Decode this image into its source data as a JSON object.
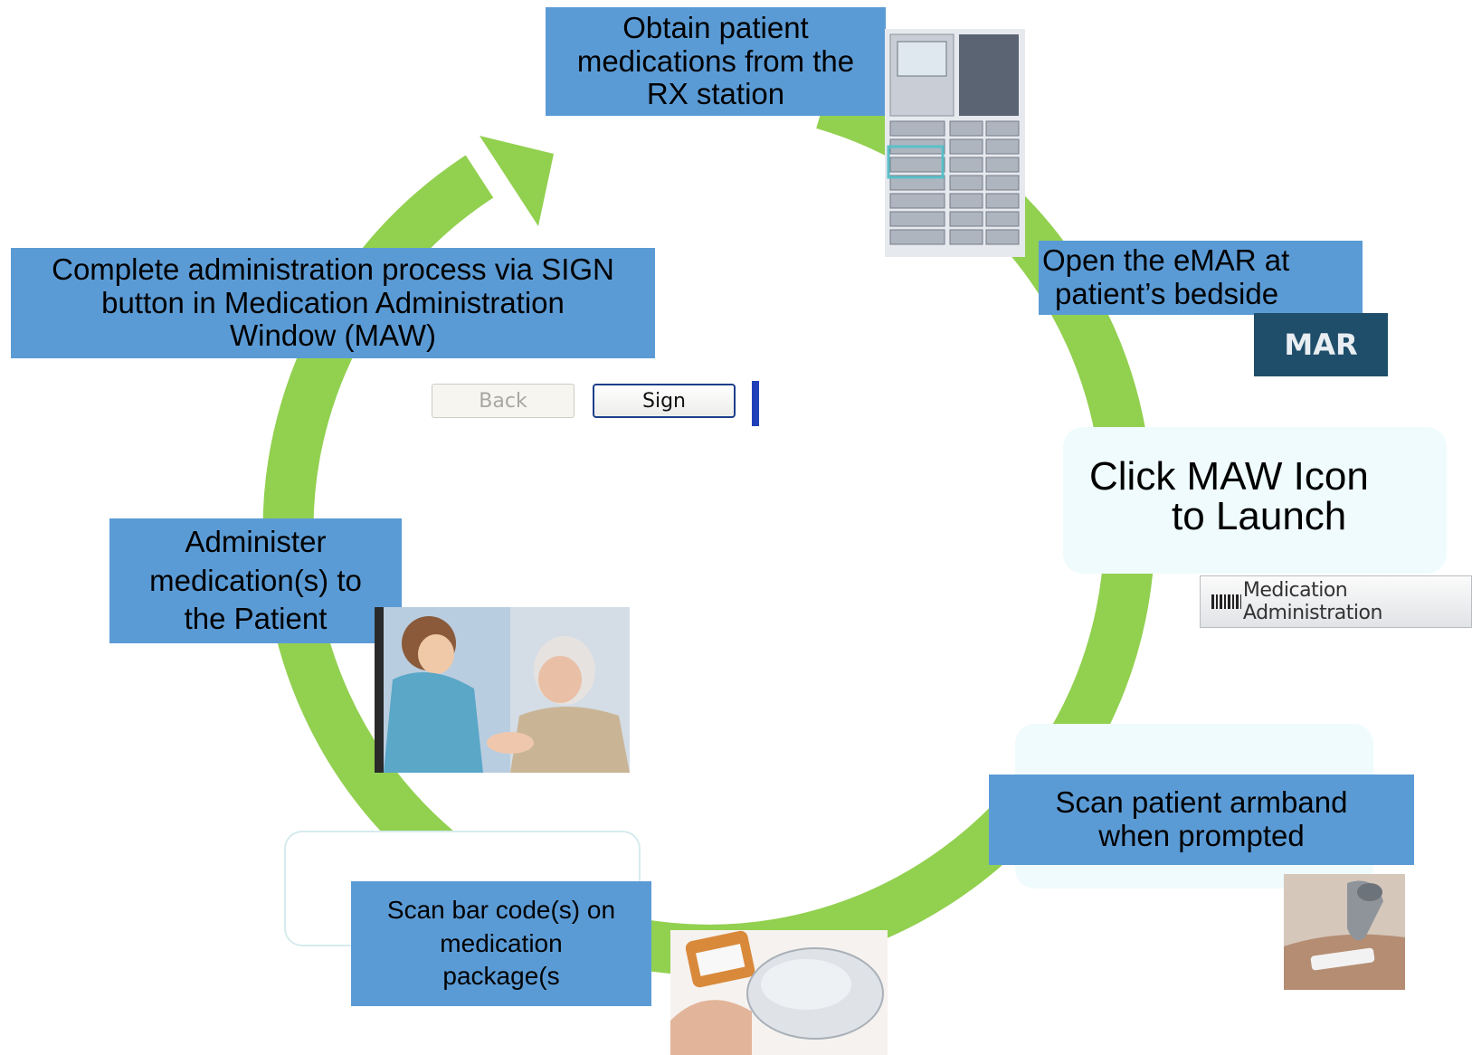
{
  "steps": {
    "obtain": [
      "Obtain patient",
      "medications from the",
      "RX station"
    ],
    "open_emar": [
      "Open the eMAR at",
      "patient’s bedside"
    ],
    "click_maw": [
      "Click MAW Icon",
      "to Launch"
    ],
    "scan_armband": [
      "Scan patient armband",
      "when prompted"
    ],
    "scan_barcode": [
      "Scan bar code(s) on",
      "medication",
      "package(s"
    ],
    "administer": [
      "Administer",
      "medication(s) to",
      "the Patient"
    ],
    "complete": [
      "Complete administration process via SIGN",
      "button in Medication Administration",
      "Window (MAW)"
    ]
  },
  "ui": {
    "mar_label": "MAR",
    "med_admin_label": "Medication Administration",
    "back_label": "Back",
    "sign_label": "Sign"
  },
  "colors": {
    "cycle_arrow": "#92d050",
    "step_box": "#5b9bd5",
    "mar_badge": "#1f4e6b",
    "callout_bg": "#effbfd"
  },
  "icons": {
    "rx_station": "medication-dispensing-cabinet-icon",
    "nurse_patient": "nurse-patient-photo",
    "barcode_scanner": "barcode-scanner-photo",
    "armband_scanner": "armband-scanner-photo"
  }
}
